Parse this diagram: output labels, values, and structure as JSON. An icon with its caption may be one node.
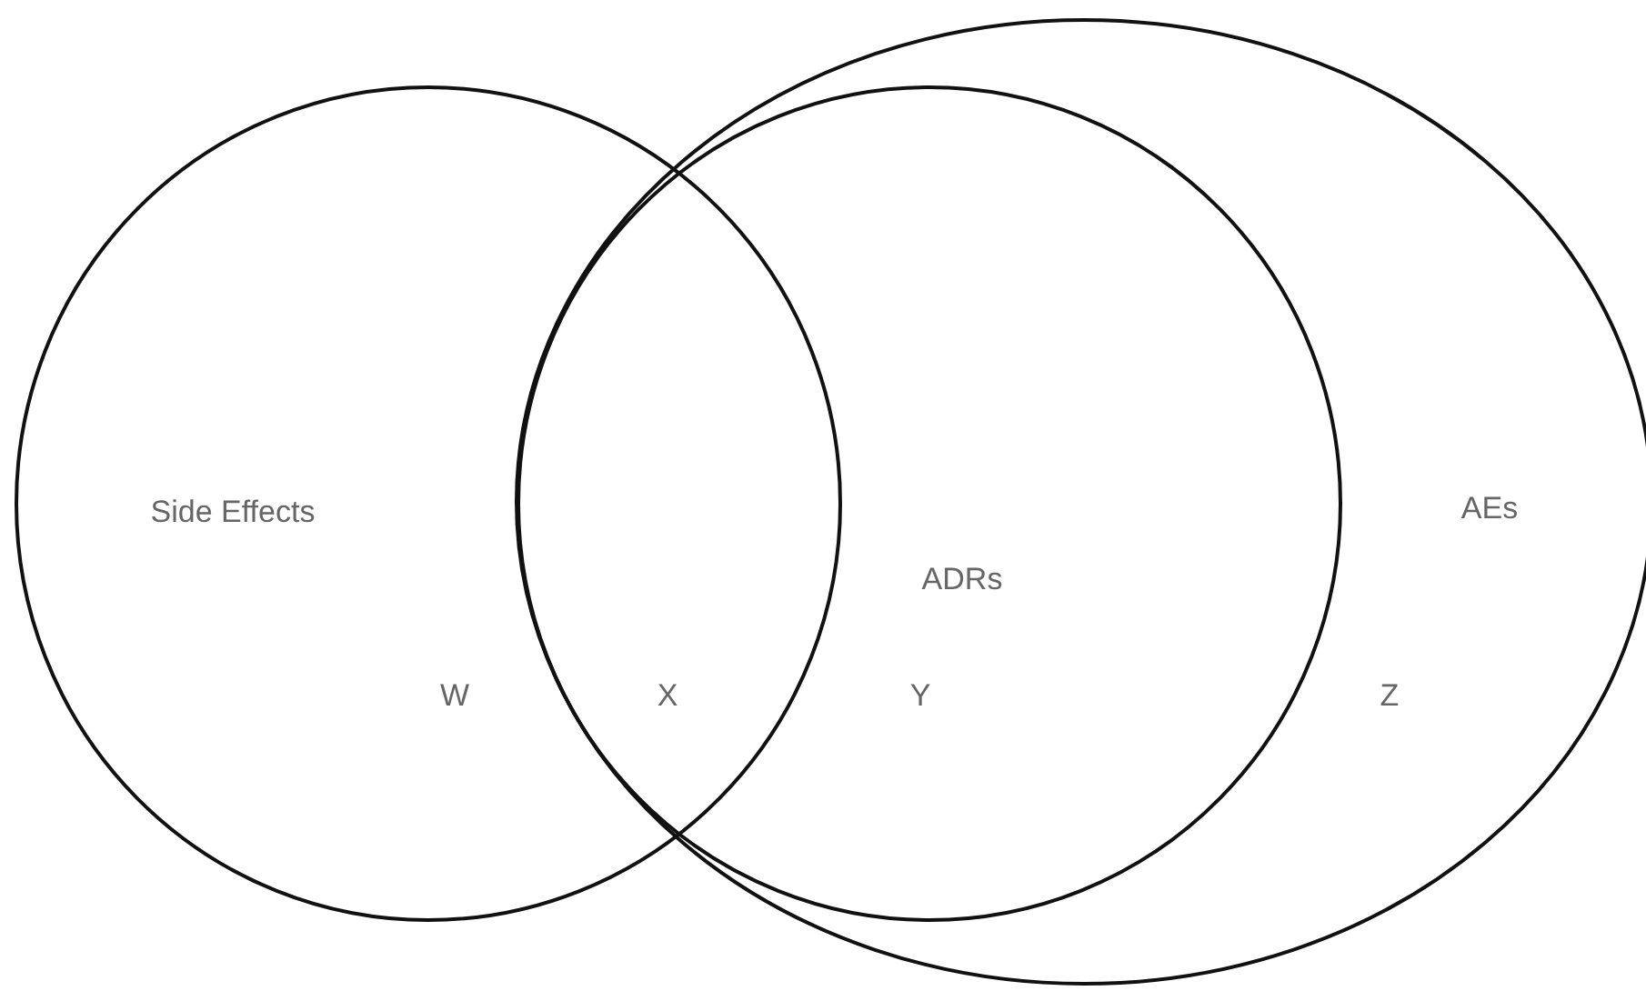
{
  "diagram": {
    "nodes": [
      {
        "text": [
          "Side Effects"
        ]
      },
      {
        "text": [
          "ADRs"
        ],
        "in": 2
      },
      {
        "text": [
          "AEs"
        ]
      }
    ],
    "labels": [
      "W",
      "X",
      "Y",
      "Z"
    ]
  }
}
